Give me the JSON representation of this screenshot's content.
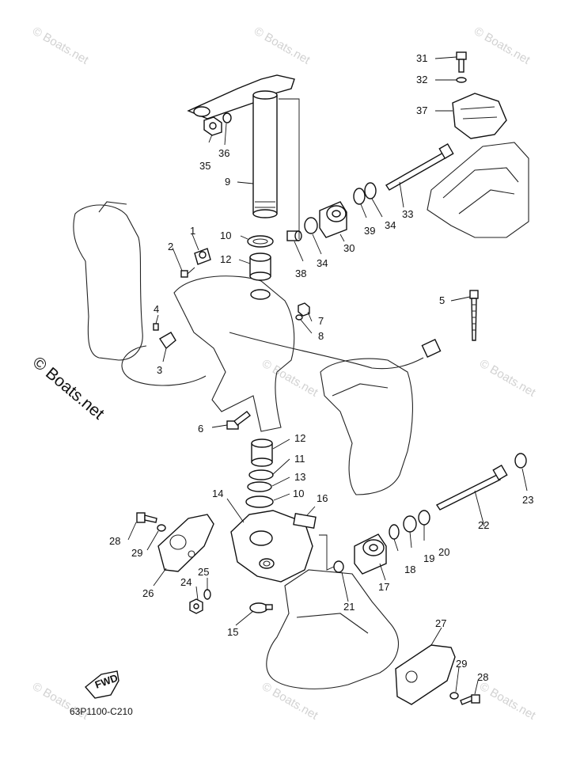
{
  "diagram": {
    "code": "63P1100-C210",
    "fwd_label": "FWD",
    "watermark_text": "© Boats.net",
    "side_watermark": "© Boats.net",
    "callouts": [
      {
        "id": "c1",
        "label": "1"
      },
      {
        "id": "c2",
        "label": "2"
      },
      {
        "id": "c3",
        "label": "3"
      },
      {
        "id": "c4",
        "label": "4"
      },
      {
        "id": "c5",
        "label": "5"
      },
      {
        "id": "c6",
        "label": "6"
      },
      {
        "id": "c7",
        "label": "7"
      },
      {
        "id": "c8",
        "label": "8"
      },
      {
        "id": "c9",
        "label": "9"
      },
      {
        "id": "c10a",
        "label": "10"
      },
      {
        "id": "c10b",
        "label": "10"
      },
      {
        "id": "c11",
        "label": "11"
      },
      {
        "id": "c12a",
        "label": "12"
      },
      {
        "id": "c12b",
        "label": "12"
      },
      {
        "id": "c13",
        "label": "13"
      },
      {
        "id": "c14",
        "label": "14"
      },
      {
        "id": "c15",
        "label": "15"
      },
      {
        "id": "c16",
        "label": "16"
      },
      {
        "id": "c17",
        "label": "17"
      },
      {
        "id": "c18",
        "label": "18"
      },
      {
        "id": "c19",
        "label": "19"
      },
      {
        "id": "c20",
        "label": "20"
      },
      {
        "id": "c21",
        "label": "21"
      },
      {
        "id": "c22",
        "label": "22"
      },
      {
        "id": "c23",
        "label": "23"
      },
      {
        "id": "c24",
        "label": "24"
      },
      {
        "id": "c25",
        "label": "25"
      },
      {
        "id": "c26",
        "label": "26"
      },
      {
        "id": "c27",
        "label": "27"
      },
      {
        "id": "c28a",
        "label": "28"
      },
      {
        "id": "c28b",
        "label": "28"
      },
      {
        "id": "c29a",
        "label": "29"
      },
      {
        "id": "c29b",
        "label": "29"
      },
      {
        "id": "c30",
        "label": "30"
      },
      {
        "id": "c31",
        "label": "31"
      },
      {
        "id": "c32",
        "label": "32"
      },
      {
        "id": "c33",
        "label": "33"
      },
      {
        "id": "c34a",
        "label": "34"
      },
      {
        "id": "c34b",
        "label": "34"
      },
      {
        "id": "c35",
        "label": "35"
      },
      {
        "id": "c36",
        "label": "36"
      },
      {
        "id": "c37",
        "label": "37"
      },
      {
        "id": "c38",
        "label": "38"
      },
      {
        "id": "c39",
        "label": "39"
      }
    ]
  }
}
